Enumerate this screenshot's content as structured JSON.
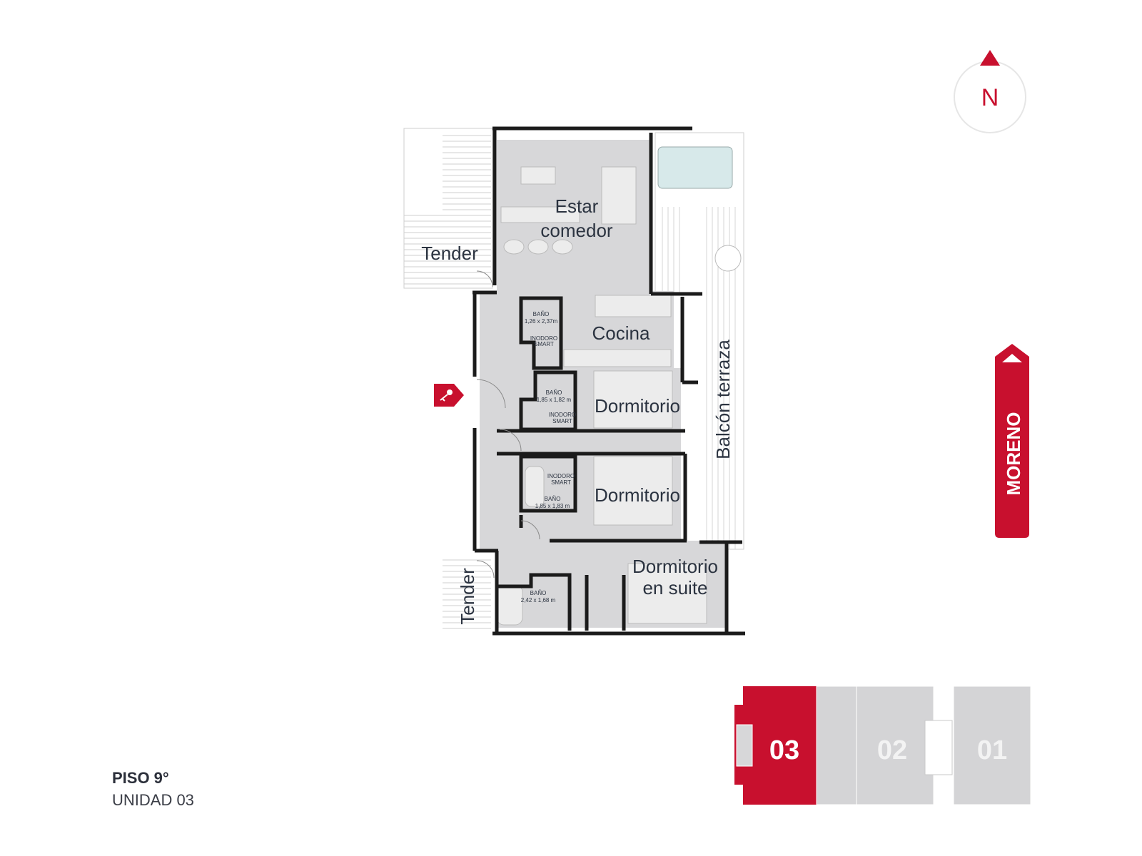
{
  "colors": {
    "accent": "#c8102e",
    "room_fill": "#d7d7d9",
    "wall": "#1b1b1b",
    "unit_inactive": "#d4d4d6"
  },
  "compass": {
    "letter": "N",
    "icon": "north-arrow-icon"
  },
  "street": {
    "name": "MORENO"
  },
  "entrance": {
    "icon": "key-icon"
  },
  "rooms": {
    "living": {
      "line1": "Estar",
      "line2": "comedor"
    },
    "tender_top": "Tender",
    "tender_bottom": "Tender",
    "kitchen": "Cocina",
    "bedroom1": "Dormitorio",
    "bedroom2": "Dormitorio",
    "suite": {
      "line1": "Dormitorio",
      "line2": "en suite"
    },
    "balcony": "Balcón terraza"
  },
  "bathrooms": {
    "b1": {
      "name": "BAÑO",
      "size": "1,26 x 2,37m",
      "fixture1": "INODORO",
      "fixture2": "SMART"
    },
    "b2": {
      "name": "BAÑO",
      "size": "1,85 x 1,82 m",
      "fixture1": "INODORO",
      "fixture2": "SMART"
    },
    "b3": {
      "name": "BAÑO",
      "size": "1,85 x 1,83 m",
      "fixture1": "INODORO",
      "fixture2": "SMART"
    },
    "b4": {
      "name": "BAÑO",
      "size": "2,42 x 1,68 m"
    }
  },
  "units": [
    {
      "label": "03",
      "active": true
    },
    {
      "label": "02",
      "active": false
    },
    {
      "label": "01",
      "active": false
    }
  ],
  "floor": {
    "label": "PISO 9°",
    "unit": "UNIDAD 03"
  }
}
